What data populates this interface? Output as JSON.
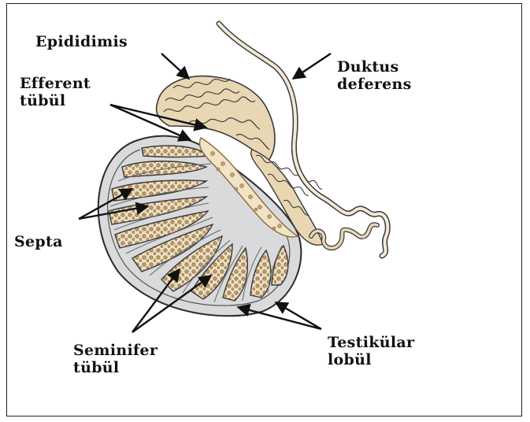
{
  "colors": {
    "outline": "#2a2a2a",
    "testis_fill": "#d9dadb",
    "tubule_fill": "#e9dcc0",
    "tubule_spots": "#b08a50",
    "rete": "#f1e4c6",
    "frame": "#222222"
  },
  "labels": {
    "epididimis": "Epididimis",
    "efferent": "Efferent\ntübül",
    "duktus": "Duktus\ndeferens",
    "septa": "Septa",
    "seminifer": "Seminifer\ntübül",
    "testikular": "Testikülar\nlobül"
  }
}
